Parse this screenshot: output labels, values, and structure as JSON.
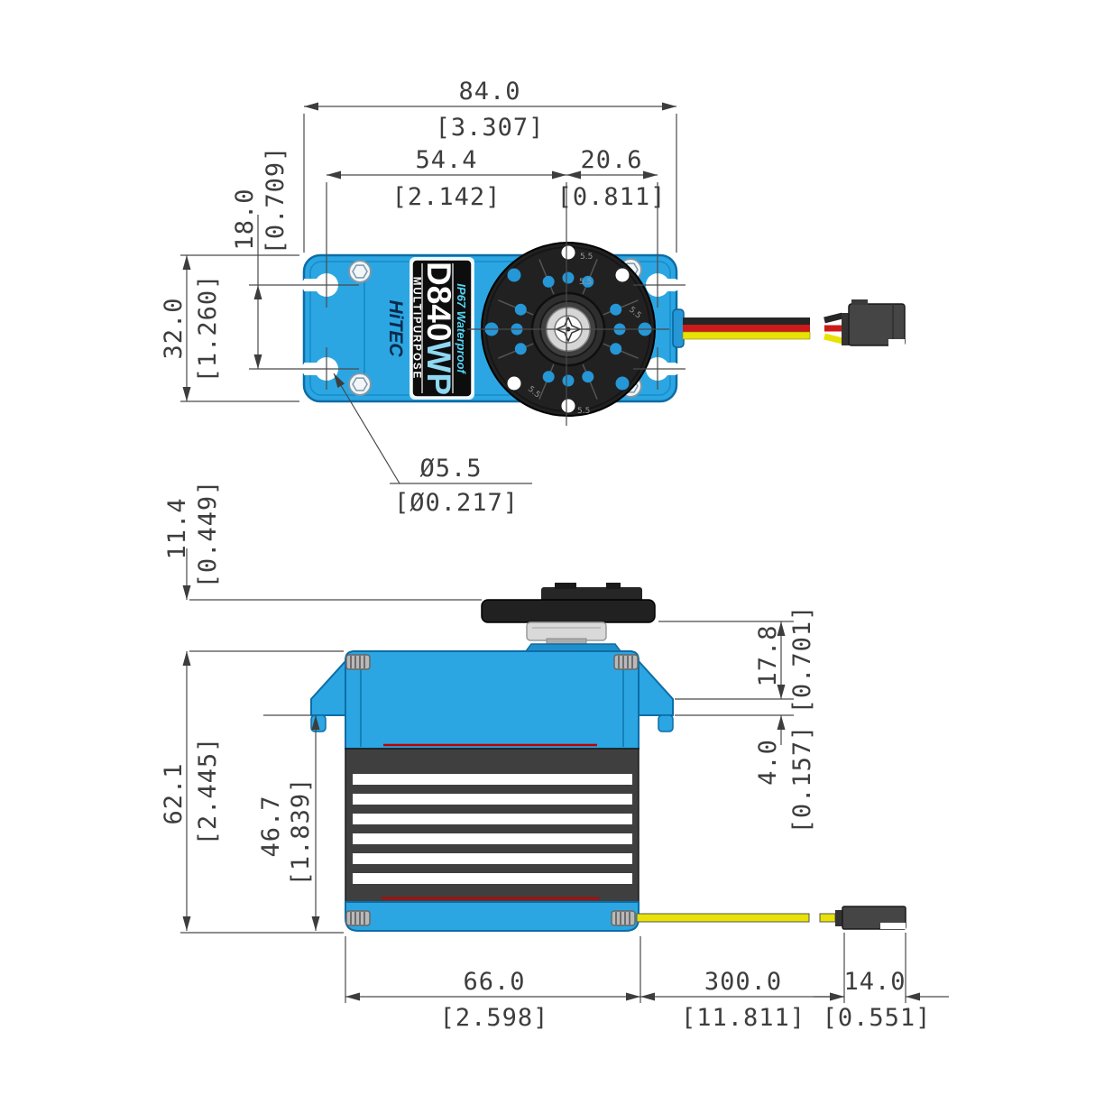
{
  "document": {
    "type": "servo dimensional drawing",
    "views": [
      "top view",
      "side view"
    ]
  },
  "servo_label": {
    "brand": "HiTEC",
    "model": "D840",
    "model_suffix": "WP",
    "rating": "IP67 Waterproof",
    "category": "MULTIPURPOSE"
  },
  "horn": {
    "hole_size_label": "5.5"
  },
  "dims": {
    "top_overall": {
      "mm": "84.0",
      "in": "[3.307]"
    },
    "spline_to_left": {
      "mm": "54.4",
      "in": "[2.142]"
    },
    "spline_to_right": {
      "mm": "20.6",
      "in": "[0.811]"
    },
    "mount_pitch": {
      "mm": "18.0",
      "in": "[0.709]"
    },
    "body_width": {
      "mm": "32.0",
      "in": "[1.260]"
    },
    "mount_hole_dia": {
      "mm": "Ø5.5",
      "in": "[Ø0.217]"
    },
    "horn_height": {
      "mm": "11.4",
      "in": "[0.449]"
    },
    "overall_height": {
      "mm": "62.1",
      "in": "[2.445]"
    },
    "lower_height": {
      "mm": "46.7",
      "in": "[1.839]"
    },
    "top_to_flange": {
      "mm": "17.8",
      "in": "[0.701]"
    },
    "flange_thickness": {
      "mm": "4.0",
      "in": "[0.157]"
    },
    "case_length": {
      "mm": "66.0",
      "in": "[2.598]"
    },
    "cable_length": {
      "mm": "300.0",
      "in": "[11.811]"
    },
    "connector_length": {
      "mm": "14.0",
      "in": "[0.551]"
    }
  },
  "colors": {
    "servo_blue": "#2ba6e2",
    "servo_blue_dark": "#0d6ca5",
    "servo_blue_deep": "#1286c4",
    "horn_black": "#212121",
    "fin_gray": "#3f3f3f",
    "wire_black": "#262626",
    "wire_red": "#cc1a1a",
    "wire_yellow": "#e8e206",
    "connector_gray": "#454545",
    "seal_red": "#c00000",
    "dimension_gray": "#3d3d3d",
    "label_cyan": "#52d5f5"
  }
}
